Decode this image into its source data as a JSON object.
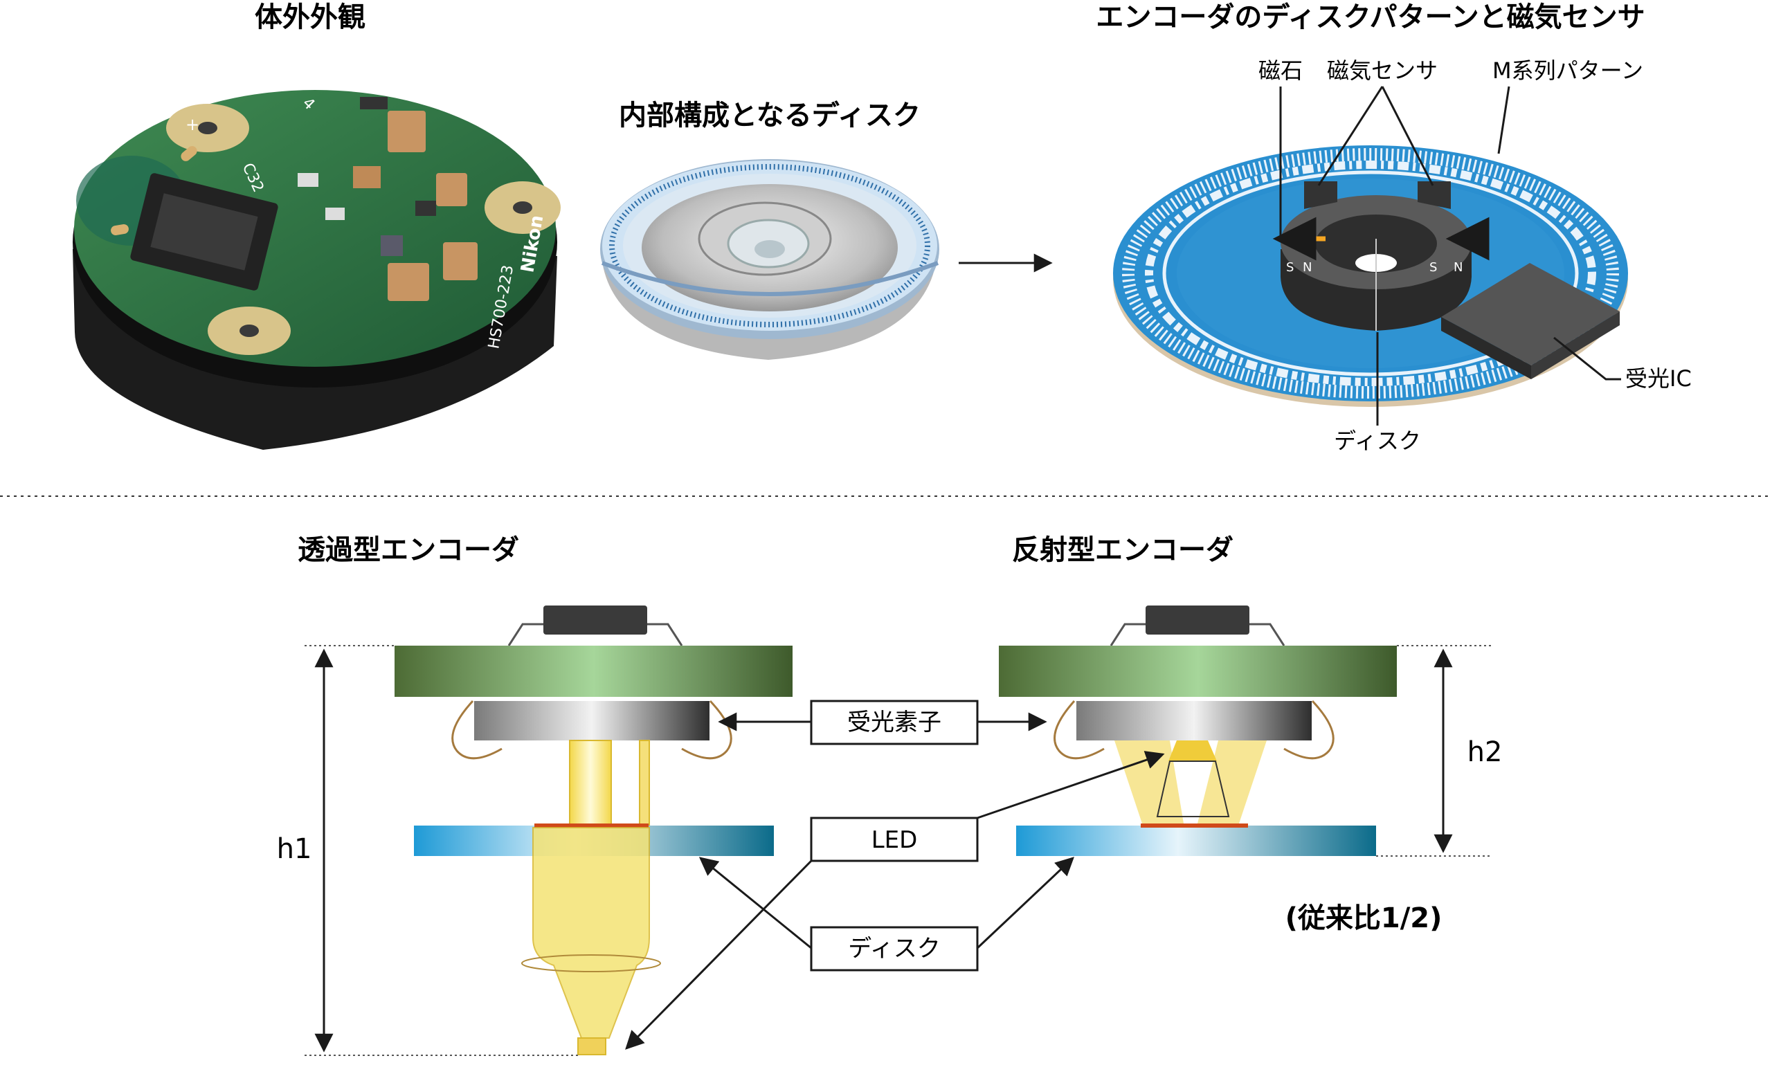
{
  "top": {
    "exterior_title": "体外外観",
    "disk_title": "内部構成となるディスク",
    "pattern_title": "エンコーダのディスクパターンと磁気センサ",
    "pcb_marks": {
      "brand": "Nikon",
      "model": "HS700-223",
      "ref": "C32",
      "plus": "+",
      "digit": "4"
    },
    "callouts": {
      "magnet": "磁石",
      "magnetic_sensor": "磁気センサ",
      "m_pattern": "M系列パターン",
      "photo_ic": "受光IC",
      "disk": "ディスク"
    },
    "pole_s": "S",
    "pole_n": "N"
  },
  "bottom": {
    "transmissive_title": "透過型エンコーダ",
    "reflective_title": "反射型エンコーダ",
    "labels": {
      "photo_element": "受光素子",
      "led": "LED",
      "disk": "ディスク"
    },
    "h1": "h1",
    "h2": "h2",
    "ratio_note": "(従来比1/2)"
  }
}
